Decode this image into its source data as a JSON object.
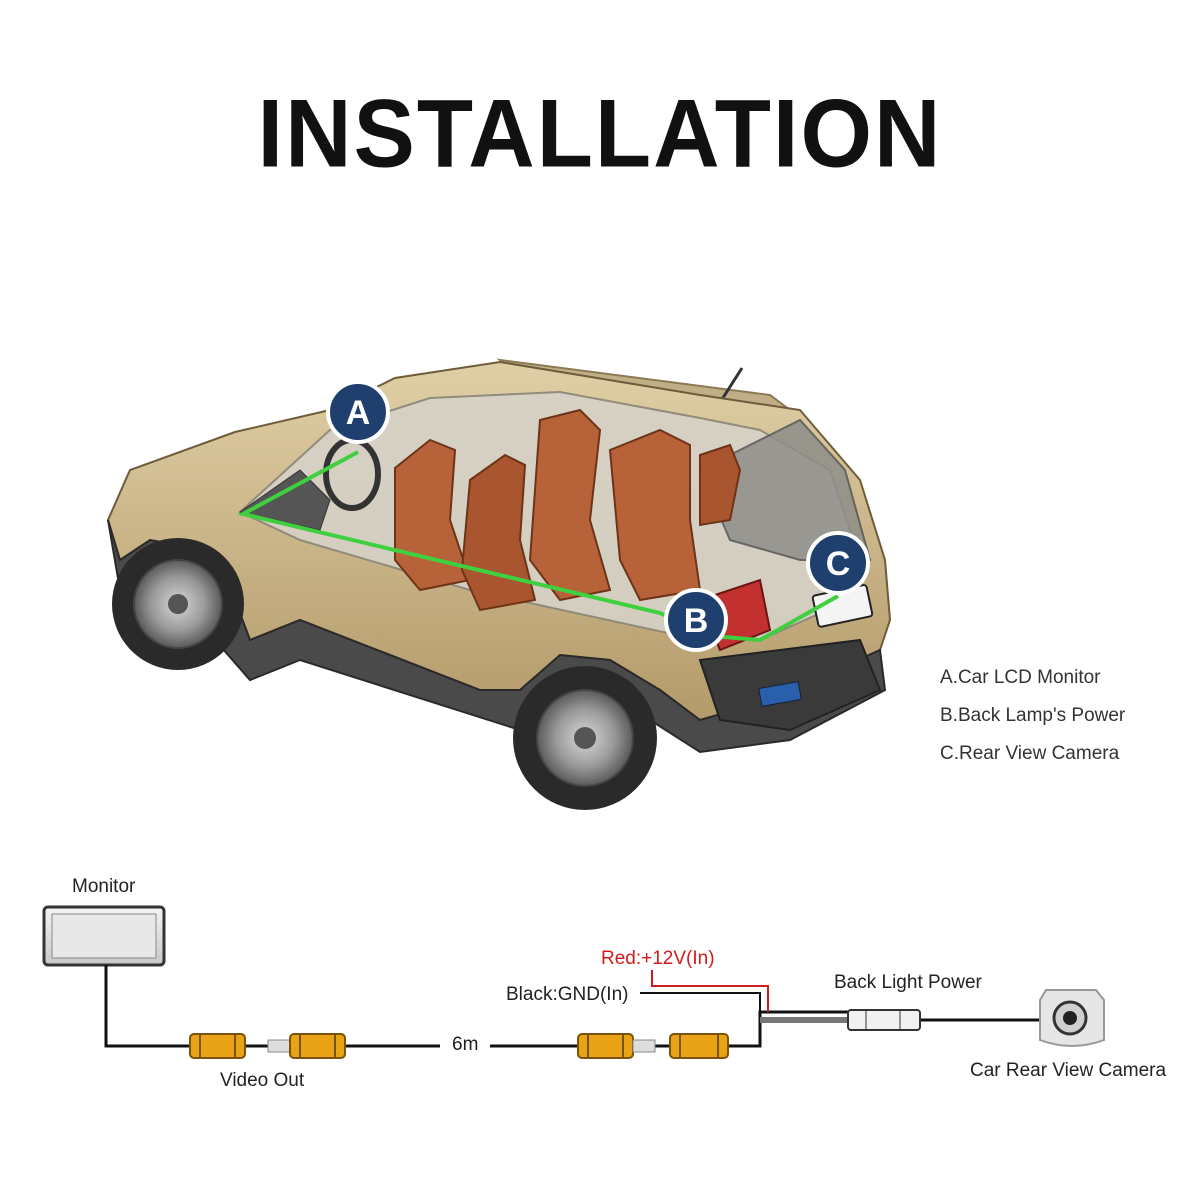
{
  "title": "INSTALLATION",
  "markers": {
    "a": "A",
    "b": "B",
    "c": "C"
  },
  "legend": [
    "A.Car LCD Monitor",
    "B.Back Lamp's Power",
    "C.Rear View Camera"
  ],
  "wiring": {
    "monitor": "Monitor",
    "video_out": "Video Out",
    "length": "6m",
    "red": "Red:+12V(In)",
    "black": "Black:GND(In)",
    "back_light_power": "Back Light Power",
    "camera": "Car Rear View Camera"
  },
  "colors": {
    "car_body": "#c9b48a",
    "seats": "#b8623a",
    "route_line": "#3fcf3f",
    "marker": "#1f3f6e",
    "connector": "#e8a317",
    "red_wire": "#d01c1c"
  }
}
